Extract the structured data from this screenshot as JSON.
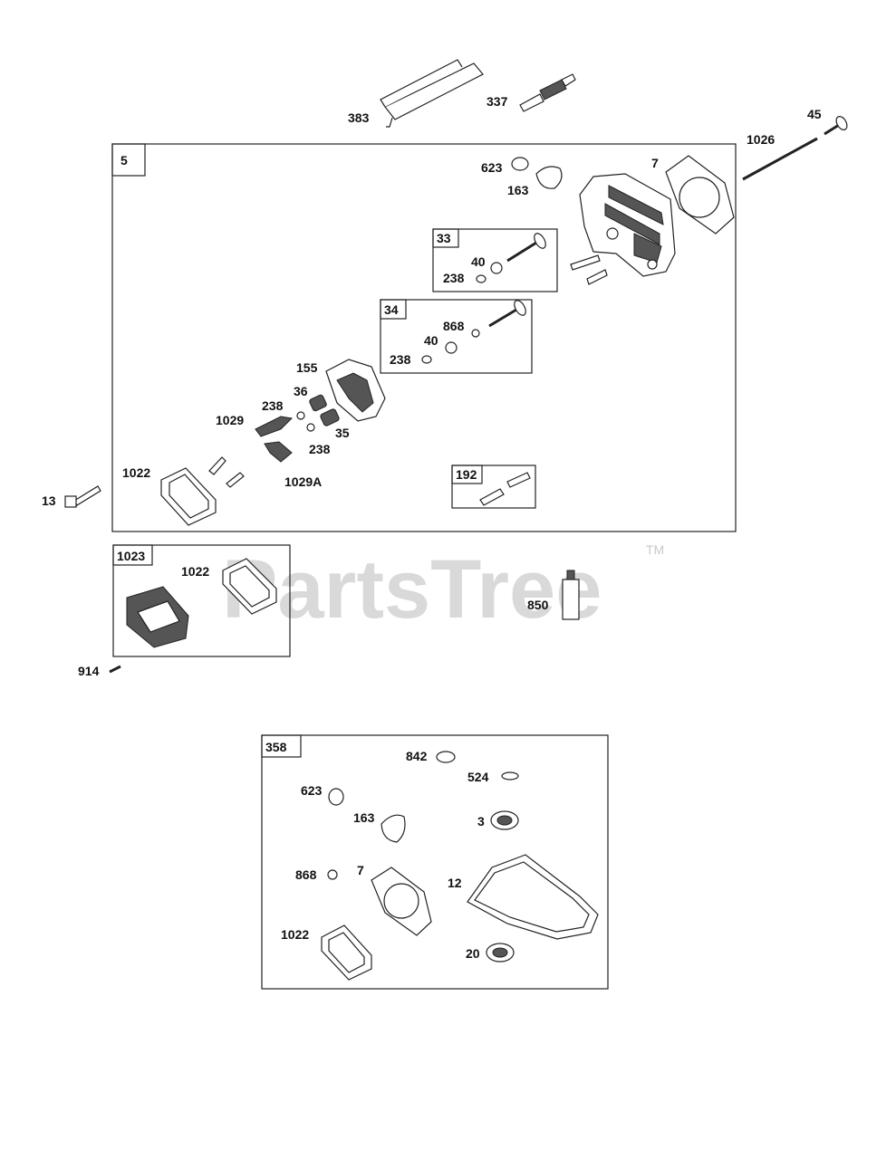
{
  "watermark": {
    "text": "PartsTree",
    "tm": "TM"
  },
  "groups": {
    "g5": "5",
    "g33": "33",
    "g34": "34",
    "g192": "192",
    "g1023": "1023",
    "g358": "358"
  },
  "labels": {
    "p383": "383",
    "p337": "337",
    "p45": "45",
    "p1026": "1026",
    "p623": "623",
    "p163": "163",
    "p7": "7",
    "p40a": "40",
    "p238a": "238",
    "p868": "868",
    "p40b": "40",
    "p238b": "238",
    "p155": "155",
    "p36": "36",
    "p238c": "238",
    "p1029": "1029",
    "p35": "35",
    "p238d": "238",
    "p1029A": "1029A",
    "p1022": "1022",
    "p13": "13",
    "p1022b": "1022",
    "p850": "850",
    "p914": "914",
    "k842": "842",
    "k524": "524",
    "k623": "623",
    "k163": "163",
    "k3": "3",
    "k868": "868",
    "k7": "7",
    "k12": "12",
    "k1022": "1022",
    "k20": "20"
  }
}
